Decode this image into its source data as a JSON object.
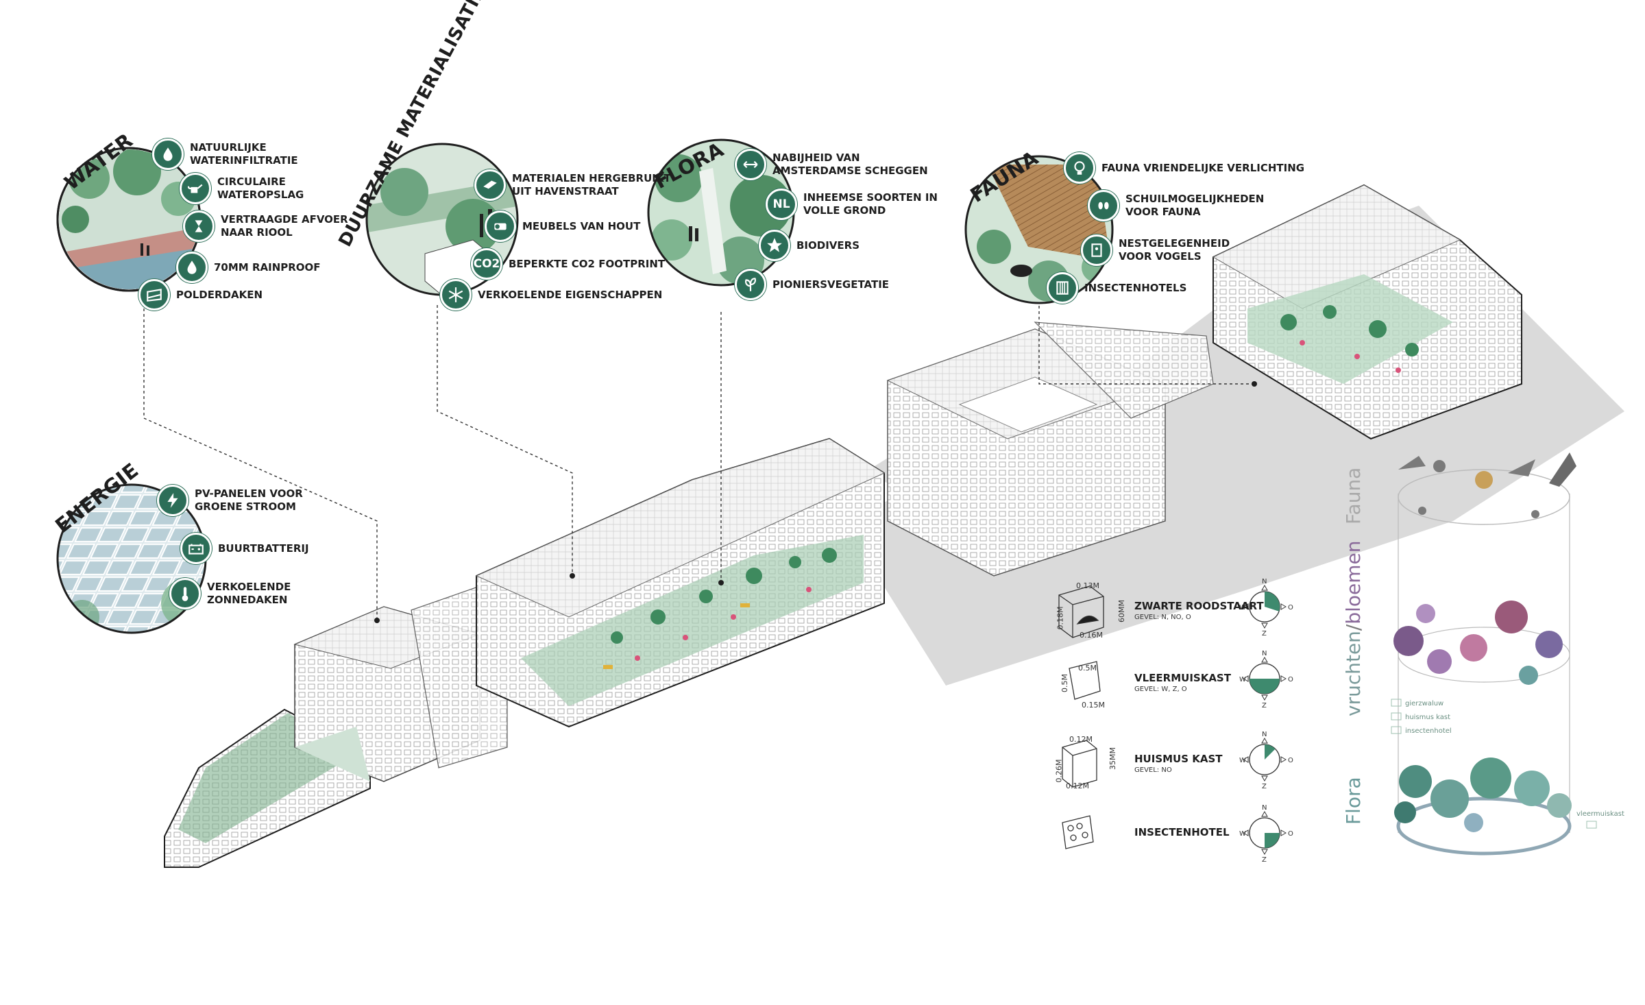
{
  "colors": {
    "accent": "#2c6e58",
    "green_light": "#8fbf9e",
    "shadow": "#d9d9d9",
    "line": "#1e1e1e",
    "flora_text": "#6a9a9a",
    "fruit_text": "#8a6a9a",
    "fauna_text": "#9a9a9a"
  },
  "categories": {
    "water": {
      "title": "WATER",
      "items": [
        {
          "icon": "water-drop-icon",
          "label": "NATUURLIJKE\nWATERINFILTRATIE"
        },
        {
          "icon": "watering-can-icon",
          "label": "CIRCULAIRE\nWATEROPSLAG"
        },
        {
          "icon": "hourglass-icon",
          "label": "VERTRAAGDE AFVOER\nNAAR RIOOL"
        },
        {
          "icon": "rain-drop-icon",
          "label": "70MM RAINPROOF"
        },
        {
          "icon": "polder-roof-icon",
          "label": "POLDERDAKEN"
        }
      ]
    },
    "materials": {
      "title": "DUURZAME MATERIALISATIE",
      "items": [
        {
          "icon": "beam-icon",
          "label": "MATERIALEN HERGEBRUIKT\nUIT HAVENSTRAAT"
        },
        {
          "icon": "wood-icon",
          "label": "MEUBELS VAN HOUT"
        },
        {
          "icon": "co2-icon",
          "label": "BEPERKTE CO2 FOOTPRINT",
          "text": "CO2"
        },
        {
          "icon": "snowflake-icon",
          "label": "VERKOELENDE EIGENSCHAPPEN"
        }
      ]
    },
    "flora": {
      "title": "FLORA",
      "items": [
        {
          "icon": "arrows-icon",
          "label": "NABIJHEID VAN\nAMSTERDAMSE SCHEGGEN"
        },
        {
          "icon": "nl-icon",
          "label": "INHEEMSE SOORTEN IN\nVOLLE GROND",
          "text": "NL"
        },
        {
          "icon": "star-icon",
          "label": "BIODIVERS"
        },
        {
          "icon": "leaf-icon",
          "label": "PIONIERSVEGETATIE"
        }
      ]
    },
    "fauna": {
      "title": "FAUNA",
      "items": [
        {
          "icon": "lightbulb-icon",
          "label": "FAUNA VRIENDELIJKE VERLICHTING"
        },
        {
          "icon": "footprint-icon",
          "label": "SCHUILMOGELIJKHEDEN\nVOOR FAUNA"
        },
        {
          "icon": "birdhouse-icon",
          "label": "NESTGELEGENHEID\nVOOR VOGELS"
        },
        {
          "icon": "insect-hotel-icon",
          "label": "INSECTENHOTELS"
        }
      ]
    },
    "energy": {
      "title": "ENERGIE",
      "items": [
        {
          "icon": "lightning-icon",
          "label": "PV-PANELEN VOOR\nGROENE STROOM"
        },
        {
          "icon": "battery-icon",
          "label": "BUURTBATTERIJ"
        },
        {
          "icon": "thermometer-icon",
          "label": "VERKOELENDE\nZONNEDAKEN"
        }
      ]
    }
  },
  "legend": [
    {
      "name": "ZWARTE ROODSTAART",
      "sub": "GEVEL: N, NO, O",
      "dims": [
        "0.13M",
        "0.18M",
        "0.16M",
        "60MM"
      ],
      "compass": [
        "N",
        "W",
        "O",
        "Z"
      ],
      "fill": 0.3
    },
    {
      "name": "VLEERMUISKAST",
      "sub": "GEVEL: W, Z, O",
      "dims": [
        "0.5M",
        "0.5M",
        "0.15M"
      ],
      "compass": [
        "N",
        "W",
        "O",
        "Z"
      ],
      "fill": 0.5
    },
    {
      "name": "HUISMUS KAST",
      "sub": "GEVEL: NO",
      "dims": [
        "0.12M",
        "0.26M",
        "0.12M",
        "35MM"
      ],
      "compass": [
        "N",
        "W",
        "O",
        "Z"
      ],
      "fill": 0.125
    },
    {
      "name": "INSECTENHOTEL",
      "sub": "",
      "dims": [],
      "compass": [
        "N",
        "W",
        "O",
        "Z"
      ],
      "fill": 0.25
    }
  ],
  "cylinder": {
    "fauna_label": "Fauna",
    "fruit_label": "vruchten",
    "slash": "/",
    "flower_label": "bloemen",
    "flora_label": "Flora",
    "tags": [
      "gierzwaluw",
      "huismus kast",
      "insectenhotel",
      "vleermuiskast"
    ]
  }
}
